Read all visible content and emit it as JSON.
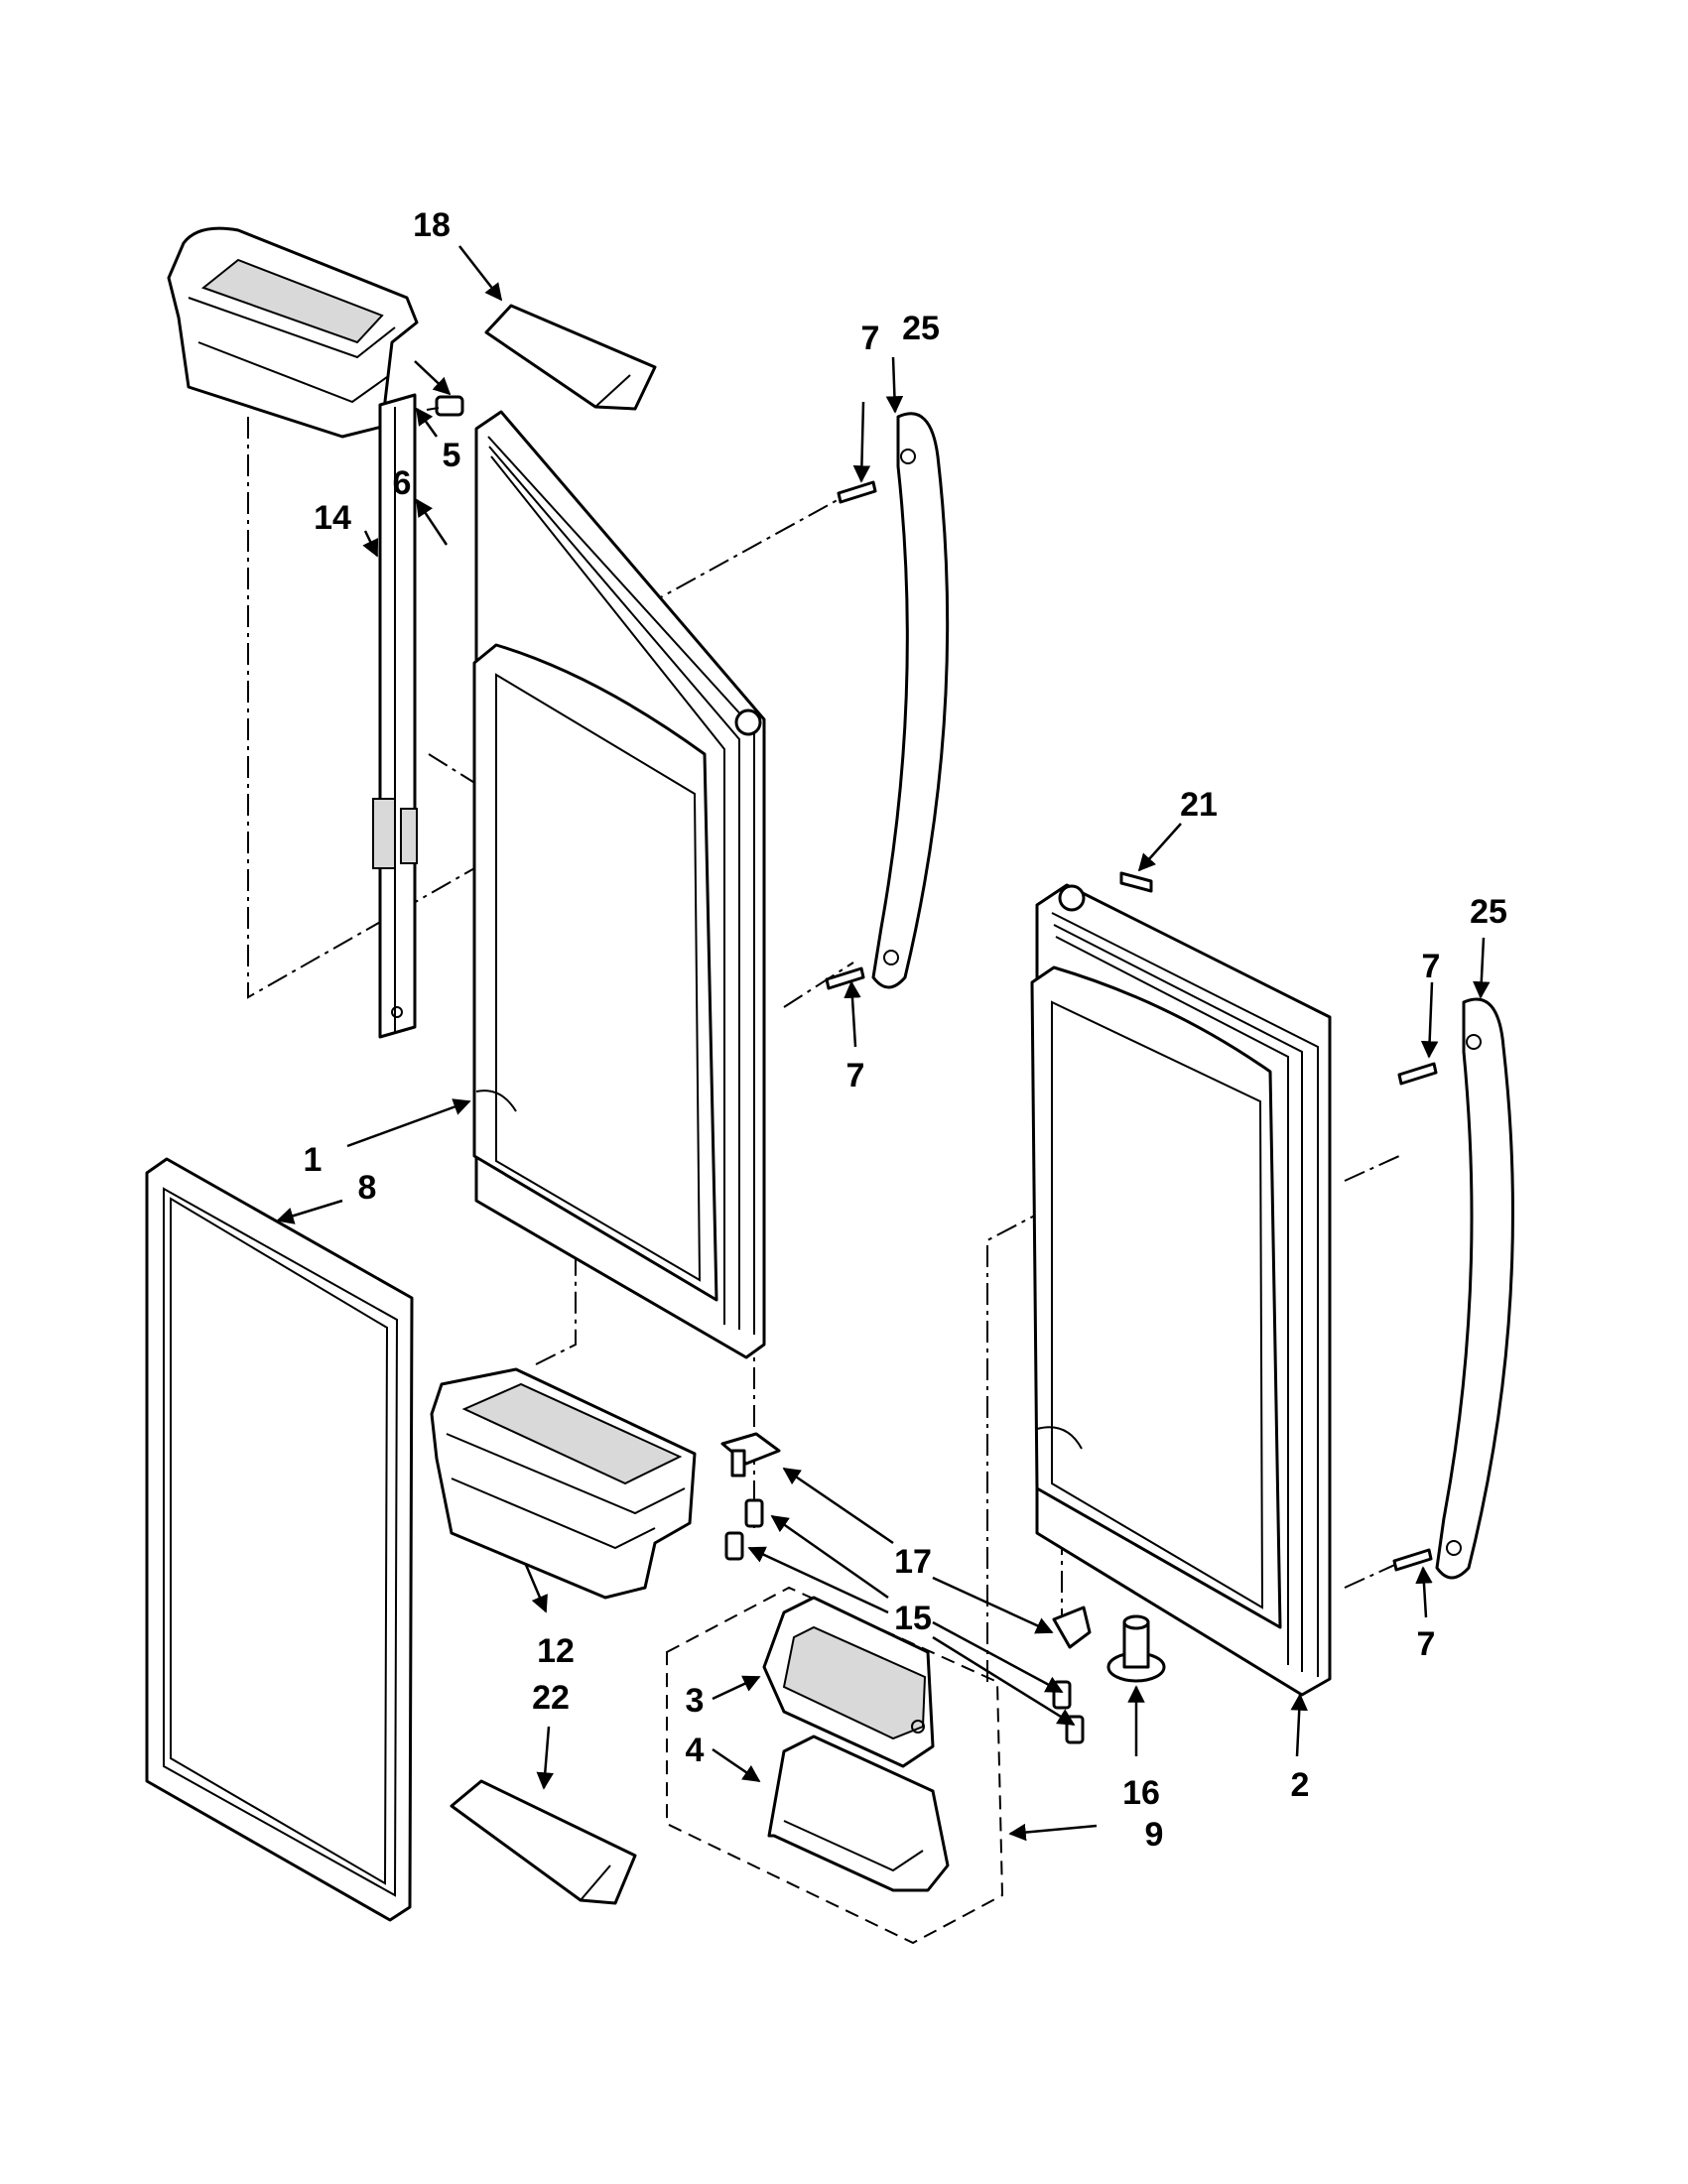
{
  "callouts": {
    "c1": "1",
    "c2": "2",
    "c3": "3",
    "c4": "4",
    "c5": "5",
    "c6": "6",
    "c7a": "7",
    "c7b": "7",
    "c7c": "7",
    "c7d": "7",
    "c8": "8",
    "c9": "9",
    "c12": "12",
    "c14": "14",
    "c15": "15",
    "c16": "16",
    "c17": "17",
    "c18": "18",
    "c21": "21",
    "c22": "22",
    "c25a": "25",
    "c25b": "25"
  }
}
